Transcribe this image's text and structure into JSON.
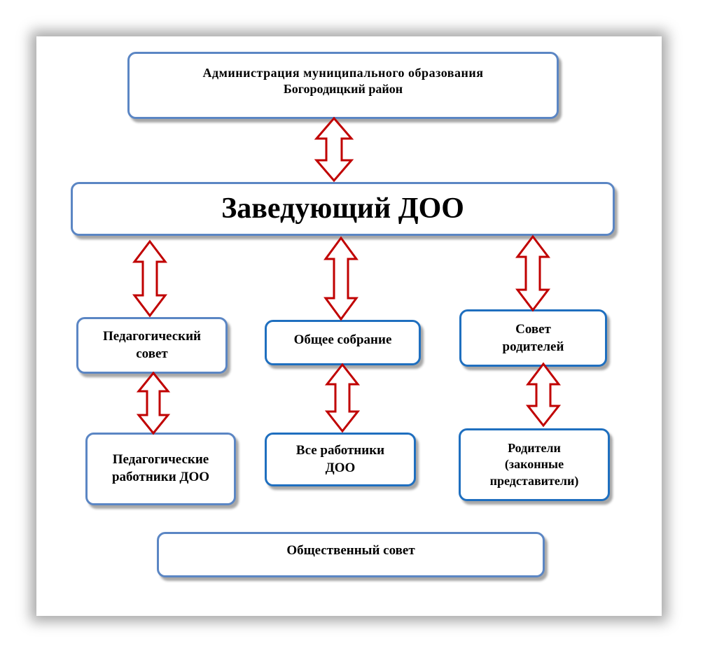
{
  "admin": {
    "line1": "Администрация муниципального образования",
    "line2": "Богородицкий район"
  },
  "head": {
    "label": "Заведующий ДОО"
  },
  "ped_council": {
    "line1": "Педагогический",
    "line2": "совет"
  },
  "general_meeting": {
    "label": "Общее собрание"
  },
  "parent_council": {
    "line1": "Совет",
    "line2": "родителей"
  },
  "ped_workers": {
    "line1": "Педагогические",
    "line2": "работники ДОО"
  },
  "all_workers": {
    "line1": "Все работники",
    "line2": "ДОО"
  },
  "parents": {
    "line1": "Родители",
    "line2": "(законные",
    "line3": "представители)"
  },
  "public_council": {
    "label": "Общественный совет"
  },
  "colors": {
    "box_border": "#5b86c4",
    "box_border_dark": "#1f6fbf",
    "arrow_stroke": "#c00000",
    "arrow_fill": "#ffffff"
  }
}
